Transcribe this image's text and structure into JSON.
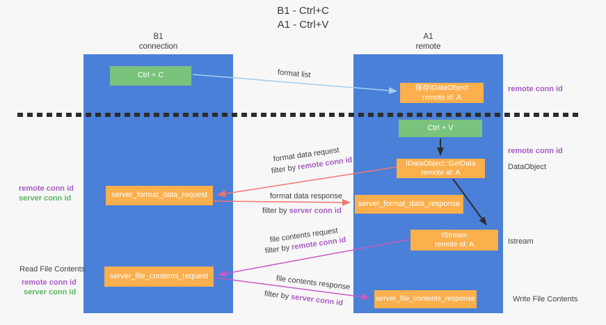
{
  "title": {
    "line1": "B1 - Ctrl+C",
    "line2": "A1 - Ctrl+V"
  },
  "columns": {
    "left": {
      "name": "B1",
      "subtitle": "connection"
    },
    "right": {
      "name": "A1",
      "subtitle": "remote"
    }
  },
  "boxes": {
    "ctrl_c": "Ctrl + C",
    "ctrl_v": "Ctrl + V",
    "save_idataobject": {
      "line1": "保存IDataObject",
      "line2": "remote id: A"
    },
    "getdata": {
      "line1": "IDataObject::GetData",
      "line2": "remote id: A"
    },
    "istream": {
      "line1": "IStream",
      "line2": "remote id: A"
    },
    "format_request": "server_format_data_request",
    "format_response": "server_format_data_response",
    "file_request": "server_file_contents_request",
    "file_response": "server_file_contents_response"
  },
  "side_labels": {
    "remote_conn_id_top": "remote conn id",
    "remote_conn_id_mid": "remote conn id",
    "dataobject": "DataObject",
    "istream": "Istream",
    "write_file_contents": "Write File Contents",
    "read_file_contents": "Read File Contents",
    "left_remote_conn_id": "remote conn id",
    "left_server_conn_id": "server conn id"
  },
  "arrow_labels": {
    "format_list": "format list",
    "format_data_request": "format data request",
    "format_data_response": "format data response",
    "file_contents_request": "file contents request",
    "file_contents_response": "file contents response",
    "filter_by": "filter by ",
    "remote_conn_id": "remote conn id",
    "server_conn_id": "server conn id"
  },
  "colors": {
    "background": "#f7f7f7",
    "column_blue": "#4a80d8",
    "box_orange": "#fbaf4d",
    "box_green": "#79c37c",
    "arrow_light_blue": "#a5cfed",
    "arrow_salmon": "#f0766f",
    "arrow_magenta": "#c65bc4",
    "arrow_black": "#2d2d2d",
    "text_purple": "#a95cc6",
    "text_green": "#5bb660"
  }
}
